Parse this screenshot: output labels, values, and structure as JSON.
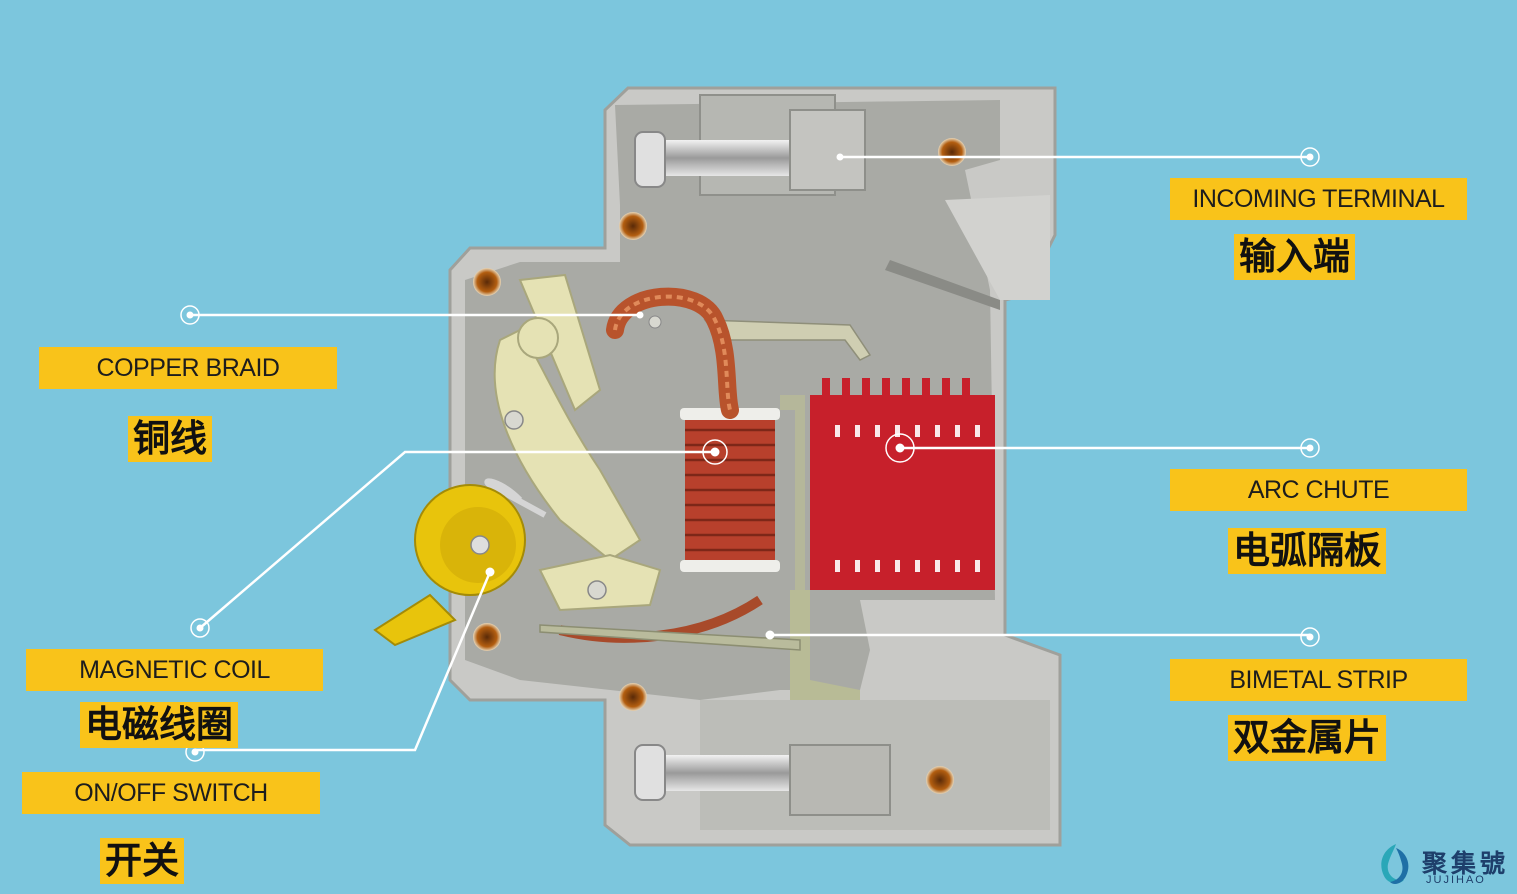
{
  "labels": {
    "incoming_terminal": {
      "en": "INCOMING TERMINAL",
      "zh": "输入端"
    },
    "copper_braid": {
      "en": "COPPER BRAID",
      "zh": "铜线"
    },
    "arc_chute": {
      "en": "ARC CHUTE",
      "zh": "电弧隔板"
    },
    "magnetic_coil": {
      "en": "MAGNETIC COIL",
      "zh": "电磁线圈"
    },
    "bimetal_strip": {
      "en": "BIMETAL STRIP",
      "zh": "双金属片"
    },
    "switch": {
      "en": "ON/OFF SWITCH",
      "zh": "开关"
    }
  },
  "logo": {
    "cn": "聚集號",
    "en": "JUJIHAO",
    "icon": "jujihao-logo-icon"
  },
  "colors": {
    "background": "#7cc6dd",
    "label_fill": "#f9c31a",
    "housing": "#c9c9c6",
    "housing_inner": "#a9aaa5",
    "arc_chute": "#c7202b",
    "coil": "#b8402c",
    "lever": "#e5e2b4",
    "switch": "#e8c40c",
    "leader_line": "#ffffff"
  }
}
